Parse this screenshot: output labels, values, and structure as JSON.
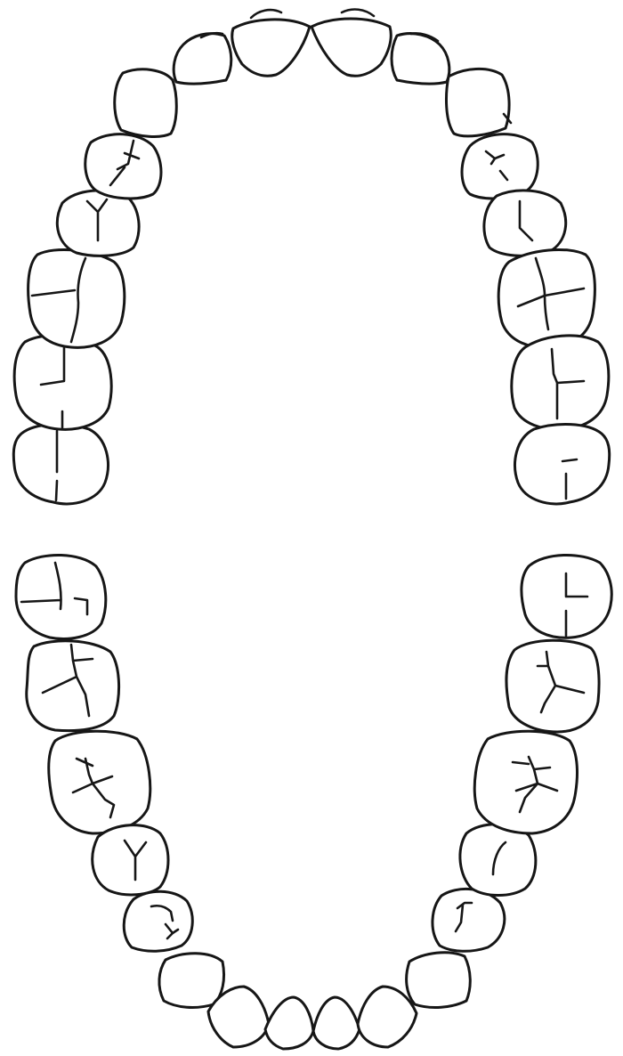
{
  "diagram": {
    "stroke_color": "#161616",
    "background_color": "#ffffff",
    "upper_arch": {
      "teeth": [
        {
          "name": "upper-right-third-molar",
          "type": "molar"
        },
        {
          "name": "upper-right-second-molar",
          "type": "molar"
        },
        {
          "name": "upper-right-first-molar",
          "type": "molar"
        },
        {
          "name": "upper-right-second-premolar",
          "type": "premolar"
        },
        {
          "name": "upper-right-first-premolar",
          "type": "premolar"
        },
        {
          "name": "upper-right-canine",
          "type": "canine"
        },
        {
          "name": "upper-right-lateral-incisor",
          "type": "incisor"
        },
        {
          "name": "upper-right-central-incisor",
          "type": "incisor"
        },
        {
          "name": "upper-left-central-incisor",
          "type": "incisor"
        },
        {
          "name": "upper-left-lateral-incisor",
          "type": "incisor"
        },
        {
          "name": "upper-left-canine",
          "type": "canine"
        },
        {
          "name": "upper-left-first-premolar",
          "type": "premolar"
        },
        {
          "name": "upper-left-second-premolar",
          "type": "premolar"
        },
        {
          "name": "upper-left-first-molar",
          "type": "molar"
        },
        {
          "name": "upper-left-second-molar",
          "type": "molar"
        },
        {
          "name": "upper-left-third-molar",
          "type": "molar"
        }
      ]
    },
    "lower_arch": {
      "teeth": [
        {
          "name": "lower-right-third-molar",
          "type": "molar"
        },
        {
          "name": "lower-right-second-molar",
          "type": "molar"
        },
        {
          "name": "lower-right-first-molar",
          "type": "molar"
        },
        {
          "name": "lower-right-second-premolar",
          "type": "premolar"
        },
        {
          "name": "lower-right-first-premolar",
          "type": "premolar"
        },
        {
          "name": "lower-right-canine",
          "type": "canine"
        },
        {
          "name": "lower-right-lateral-incisor",
          "type": "incisor"
        },
        {
          "name": "lower-right-central-incisor",
          "type": "incisor"
        },
        {
          "name": "lower-left-central-incisor",
          "type": "incisor"
        },
        {
          "name": "lower-left-lateral-incisor",
          "type": "incisor"
        },
        {
          "name": "lower-left-canine",
          "type": "canine"
        },
        {
          "name": "lower-left-first-premolar",
          "type": "premolar"
        },
        {
          "name": "lower-left-second-premolar",
          "type": "premolar"
        },
        {
          "name": "lower-left-first-molar",
          "type": "molar"
        },
        {
          "name": "lower-left-second-molar",
          "type": "molar"
        },
        {
          "name": "lower-left-third-molar",
          "type": "molar"
        }
      ]
    }
  }
}
